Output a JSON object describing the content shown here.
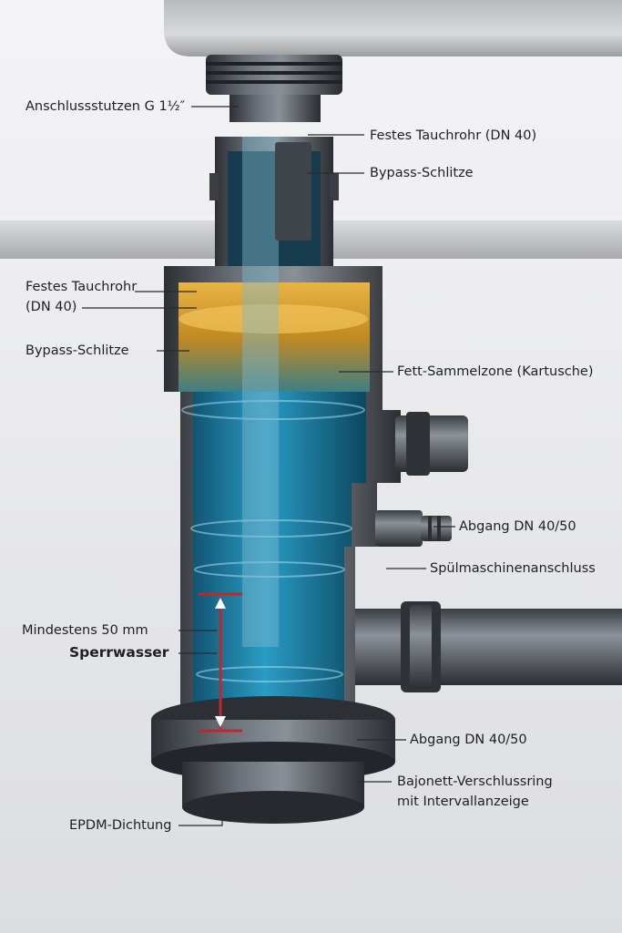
{
  "labels": {
    "anschluss": "Anschlussstutzen G 1½″",
    "tauchrohr_top": "Festes Tauchrohr (DN 40)",
    "bypass_top": "Bypass-Schlitze",
    "tauchrohr_left_1": "Festes Tauchrohr",
    "tauchrohr_left_2": "(DN 40)",
    "bypass_left": "Bypass-Schlitze",
    "fett": "Fett-Sammelzone (Kartusche)",
    "abgang_mid": "Abgang DN 40/50",
    "spuel": "Spülmaschinenanschluss",
    "mindestens": "Mindestens 50 mm",
    "sperrwasser": "Sperrwasser",
    "abgang_bottom": "Abgang DN 40/50",
    "bajonett_1": "Bajonett-Verschlussring",
    "bajonett_2": "mit Intervallanzeige",
    "epdm": "EPDM-Dichtung"
  },
  "colors": {
    "background": "#e8e9ec",
    "sink": "#c9cacd",
    "countertop": "#cfd0d3",
    "pipe": "#4d5258",
    "water": "#1d7fa6",
    "grease": "#d9a12a",
    "measure": "#c0262b"
  }
}
